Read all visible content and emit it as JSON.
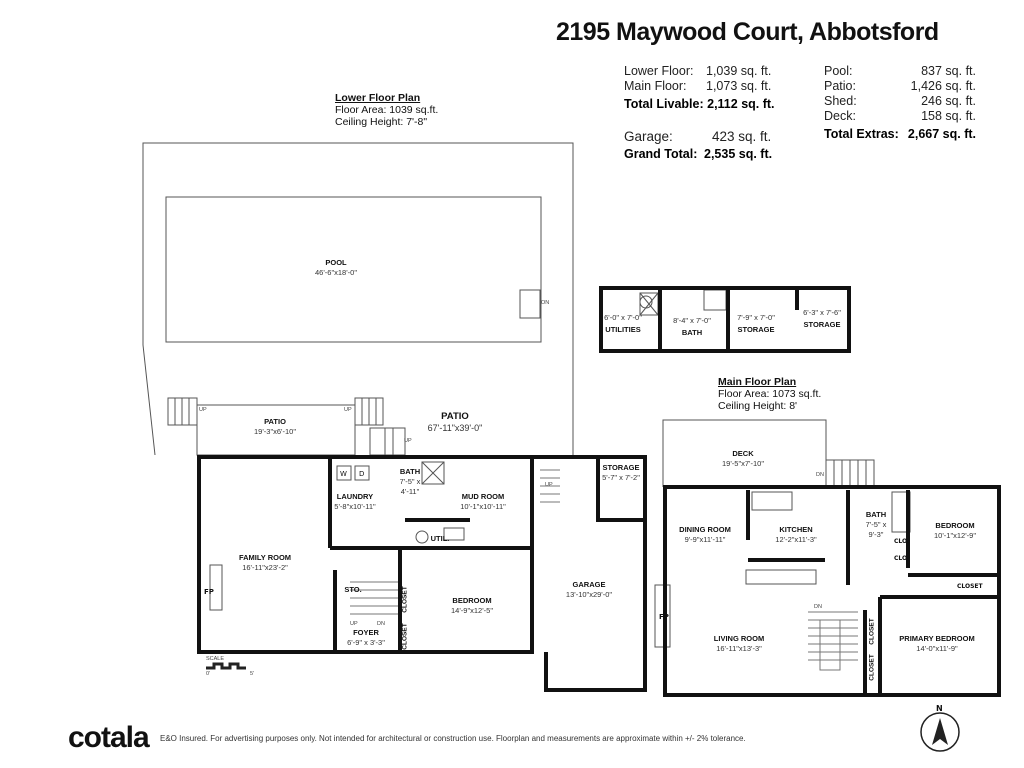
{
  "title": "2195 Maywood Court, Abbotsford",
  "summary": {
    "lower_floor": {
      "label": "Lower Floor:",
      "value": "1,039",
      "unit": "sq. ft."
    },
    "main_floor": {
      "label": "Main Floor:",
      "value": "1,073",
      "unit": "sq. ft."
    },
    "total_livable": {
      "label": "Total Livable:",
      "value": "2,112 sq. ft."
    },
    "garage": {
      "label": "Garage:",
      "value": "423 sq. ft."
    },
    "grand_total": {
      "label": "Grand Total:",
      "value": "2,535 sq. ft."
    },
    "pool": {
      "label": "Pool:",
      "value": "837",
      "unit": "sq. ft."
    },
    "patio": {
      "label": "Patio:",
      "value": "1,426",
      "unit": "sq. ft."
    },
    "shed": {
      "label": "Shed:",
      "value": "246",
      "unit": "sq. ft."
    },
    "deck": {
      "label": "Deck:",
      "value": "158",
      "unit": "sq. ft."
    },
    "total_extras": {
      "label": "Total Extras:",
      "value": "2,667 sq. ft."
    }
  },
  "lower_plan": {
    "heading": "Lower Floor Plan",
    "area": "Floor Area: 1039 sq.ft.",
    "ceiling": "Ceiling Height: 7'-8\""
  },
  "main_plan": {
    "heading": "Main Floor Plan",
    "area": "Floor Area: 1073 sq.ft.",
    "ceiling": "Ceiling Height: 8'"
  },
  "rooms": {
    "pool": {
      "name": "POOL",
      "dim": "46'-6\"x18'-0\""
    },
    "patio_small": {
      "name": "PATIO",
      "dim": "19'-3\"x6'-10\""
    },
    "patio_large": {
      "name": "PATIO",
      "dim": "67'-11\"x39'-0\""
    },
    "laundry": {
      "name": "LAUNDRY",
      "dim": "5'-8\"x10'-11\""
    },
    "bath_lower": {
      "name": "BATH",
      "dim": "7'-5\" x 4'-11\""
    },
    "mud_room": {
      "name": "MUD ROOM",
      "dim": "10'-1\"x10'-11\""
    },
    "util": {
      "name": "UTIL."
    },
    "family_room": {
      "name": "FAMILY ROOM",
      "dim": "16'-11\"x23'-2\""
    },
    "bedroom_lower": {
      "name": "BEDROOM",
      "dim": "14'-9\"x12'-5\""
    },
    "foyer": {
      "name": "FOYER",
      "dim": "6'-9\" x 3'-3\""
    },
    "sto": {
      "name": "STO."
    },
    "storage_garage": {
      "name": "STORAGE",
      "dim": "5'-7\" x 7'-2\""
    },
    "garage": {
      "name": "GARAGE",
      "dim": "13'-10\"x29'-0\""
    },
    "utilities": {
      "name": "UTILITIES",
      "dim": "6'-0\" x 7'-0\""
    },
    "bath_shed": {
      "name": "BATH",
      "dim": "8'-4\" x 7'-0\""
    },
    "storage_shed1": {
      "name": "STORAGE",
      "dim": "7'-9\" x 7'-0\""
    },
    "storage_shed2": {
      "name": "STORAGE",
      "dim": "6'-3\" x 7'-6\""
    },
    "deck": {
      "name": "DECK",
      "dim": "19'-5\"x7'-10\""
    },
    "dining": {
      "name": "DINING ROOM",
      "dim": "9'-9\"x11'-11\""
    },
    "kitchen": {
      "name": "KITCHEN",
      "dim": "12'-2\"x11'-3\""
    },
    "bath_main": {
      "name": "BATH",
      "dim": "7'-5\" x 9'-3\""
    },
    "bedroom_main": {
      "name": "BEDROOM",
      "dim": "10'-1\"x12'-9\""
    },
    "living": {
      "name": "LIVING ROOM",
      "dim": "16'-11\"x13'-3\""
    },
    "primary": {
      "name": "PRIMARY BEDROOM",
      "dim": "14'-0\"x11'-9\""
    }
  },
  "marks": {
    "closet": "CLOSET",
    "clo": "CLO.",
    "fp": "FP",
    "up": "UP",
    "dn": "DN",
    "w": "W",
    "d": "D",
    "on": "ON",
    "north": "N"
  },
  "scale": {
    "label": "SCALE",
    "min": "0'",
    "max": "5'"
  },
  "footer": {
    "brand": "cotala",
    "disclaimer": "E&O Insured. For advertising purposes only. Not intended for architectural or construction use. Floorplan and measurements are approximate within +/- 2% tolerance."
  }
}
